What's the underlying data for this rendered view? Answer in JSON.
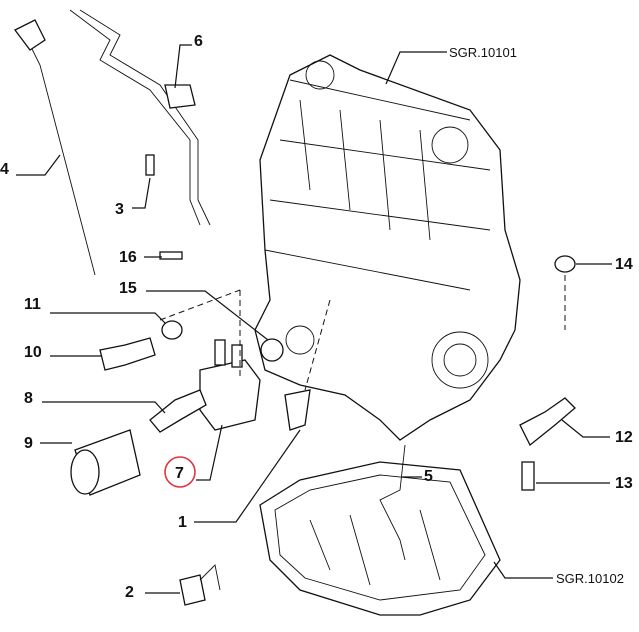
{
  "diagram": {
    "callouts": [
      "1",
      "2",
      "3",
      "4",
      "5",
      "6",
      "7",
      "8",
      "9",
      "10",
      "11",
      "12",
      "13",
      "14",
      "15",
      "16"
    ],
    "references": {
      "engine_block": "SGR.10101",
      "oil_pan": "SGR.10102"
    },
    "highlighted_callout": "7",
    "highlight_color": "#e0353a"
  }
}
